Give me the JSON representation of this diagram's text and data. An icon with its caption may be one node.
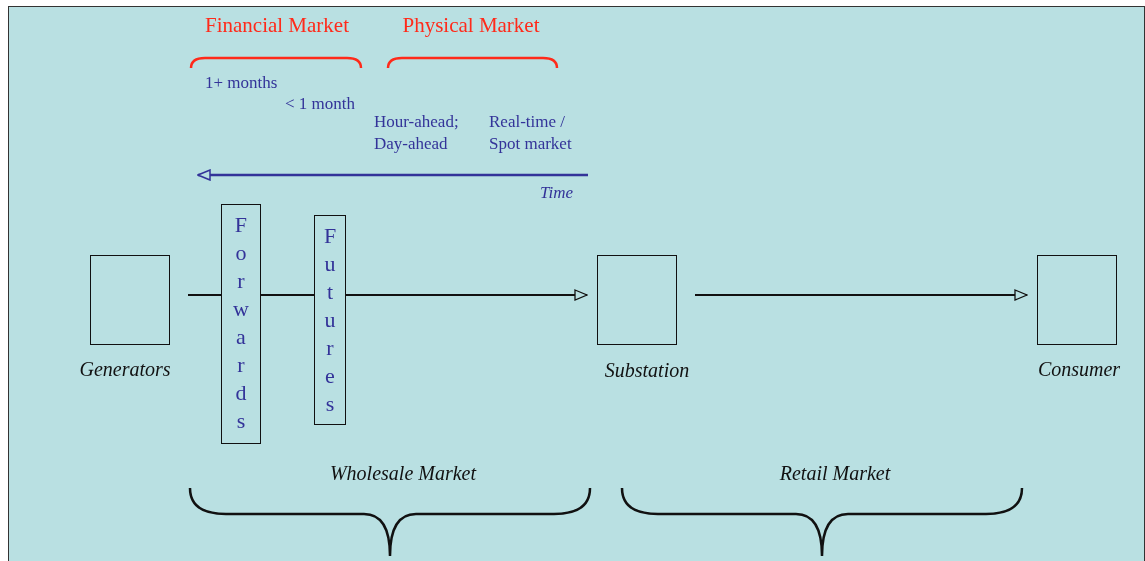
{
  "diagram": {
    "nodes": [
      {
        "text": [
          "Generators"
        ]
      },
      {
        "text": [
          "Substation"
        ]
      },
      {
        "text": [
          "Consumer"
        ]
      },
      {
        "text": [
          "Forwards"
        ]
      },
      {
        "text": [
          "Futures"
        ]
      }
    ],
    "edges": [
      {
        "from": 0,
        "to": 3,
        "arrow": "none"
      },
      {
        "from": 3,
        "to": 4,
        "arrow": "none"
      },
      {
        "from": 4,
        "to": 1,
        "arrow": "to"
      },
      {
        "from": 1,
        "to": 2,
        "arrow": "to"
      }
    ],
    "labels": [
      "Financial Market",
      "Physical Market",
      "1+ months",
      "< 1 month",
      "Hour-ahead; Day-ahead",
      "Real-time / Spot market",
      "Time",
      "Wholesale Market",
      "Retail Market"
    ]
  }
}
